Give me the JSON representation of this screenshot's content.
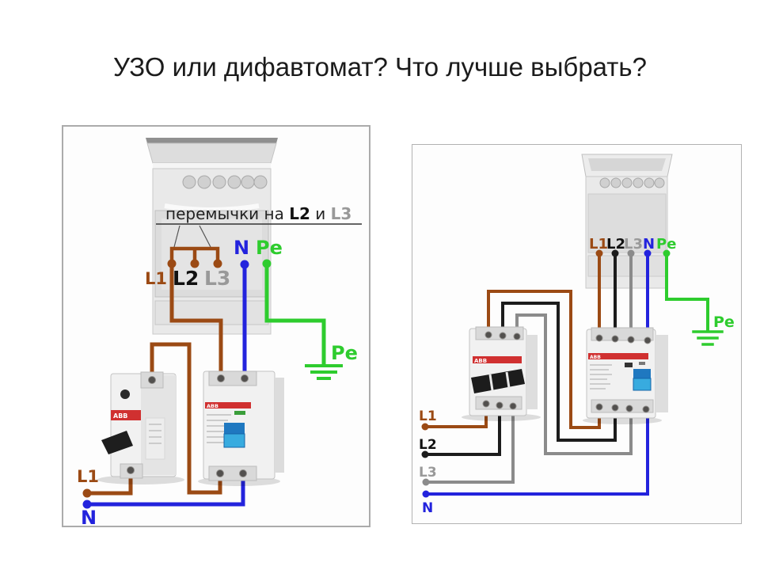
{
  "title": "УЗО или дифавтомат? Что лучше выбрать?",
  "colors": {
    "brown": "#9b4a14",
    "wire_black": "#1c1c1c",
    "wire_gray": "#8b8b8b",
    "blue": "#2323dd",
    "green": "#2ecc2e",
    "label_gray": "#999999",
    "red": "#d03030",
    "toggle_top": "#1f78c0",
    "toggle_bottom": "#38abdf"
  },
  "brand": {
    "abb": "ABB"
  },
  "left": {
    "note": {
      "prefix": "перемычки на ",
      "l2": "L2",
      "conj": " и ",
      "l3": "L3"
    },
    "stove_labels": {
      "l1": "L1",
      "l2": "L2",
      "l3": "L3",
      "n": "N",
      "pe": "Pe"
    },
    "ground_label": "Pe",
    "inputs": {
      "l1": "L1",
      "n": "N"
    }
  },
  "right": {
    "stove_labels": {
      "l1": "L1",
      "l2": "L2",
      "l3": "L3",
      "n": "N",
      "pe": "Pe"
    },
    "ground_label": "Pe",
    "inputs": {
      "l1": "L1",
      "l2": "L2",
      "l3": "L3",
      "n": "N"
    }
  }
}
